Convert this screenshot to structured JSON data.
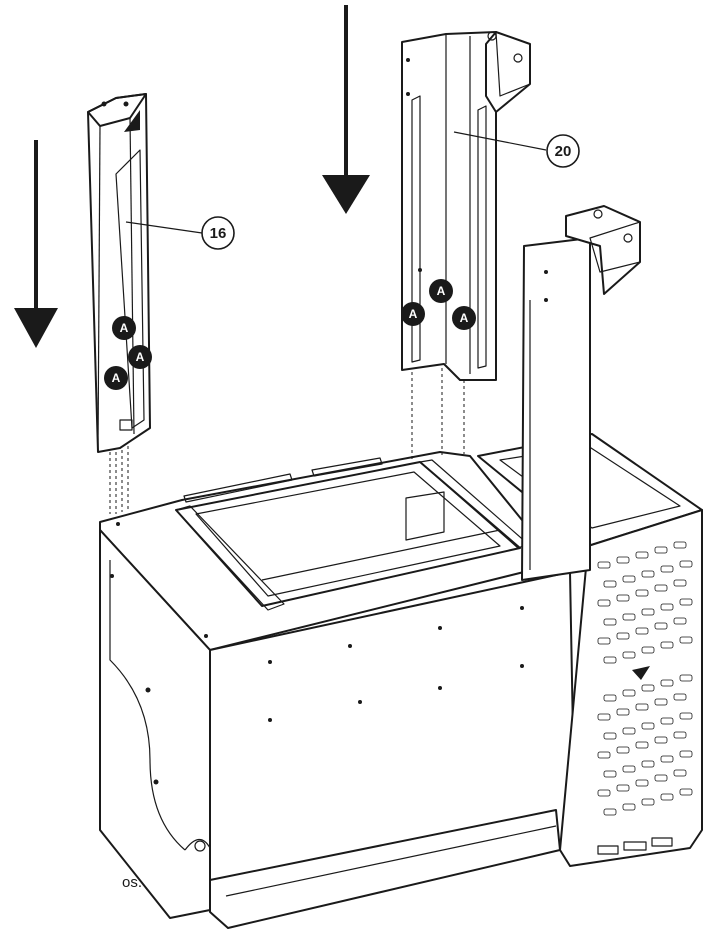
{
  "callouts": [
    {
      "id": "part-16",
      "label": "16"
    },
    {
      "id": "part-20",
      "label": "20"
    }
  ],
  "fastener_label": "A",
  "caption_fragment": "os."
}
